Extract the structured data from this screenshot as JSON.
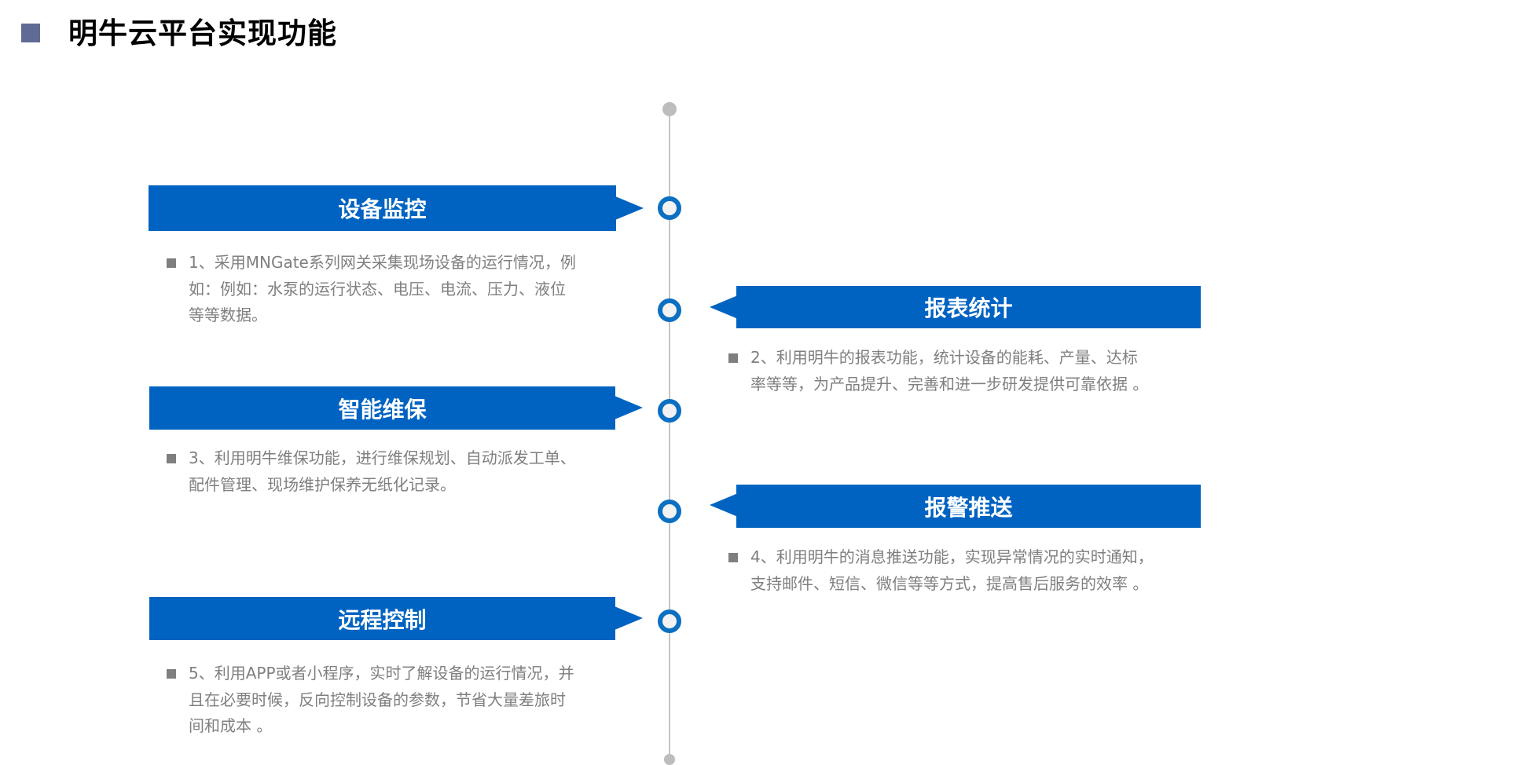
{
  "title": "明牛云平台实现功能",
  "colors": {
    "accent": "#0063c1",
    "node": "#0b6fc2",
    "text": "#7f7f7f",
    "title_square": "#5f6b94"
  },
  "items": [
    {
      "label": "设备监控",
      "lines": [
        "1、采用MNGate系列网关采集现场设备的运行情况，例",
        "如：例如：水泵的运行状态、电压、电流、压力、液位",
        "等等数据。"
      ]
    },
    {
      "label": "报表统计",
      "lines": [
        "2、利用明牛的报表功能，统计设备的能耗、产量、达标",
        "率等等，为产品提升、完善和进一步研发提供可靠依据 。"
      ]
    },
    {
      "label": "智能维保",
      "lines": [
        "3、利用明牛维保功能，进行维保规划、自动派发工单、",
        "配件管理、现场维护保养无纸化记录。"
      ]
    },
    {
      "label": "报警推送",
      "lines": [
        "4、利用明牛的消息推送功能，实现异常情况的实时通知，",
        "支持邮件、短信、微信等等方式，提高售后服务的效率 。"
      ]
    },
    {
      "label": "远程控制",
      "lines": [
        "5、利用APP或者小程序，实时了解设备的运行情况，并",
        "且在必要时候，反向控制设备的参数，节省大量差旅时",
        "间和成本 。"
      ]
    }
  ]
}
